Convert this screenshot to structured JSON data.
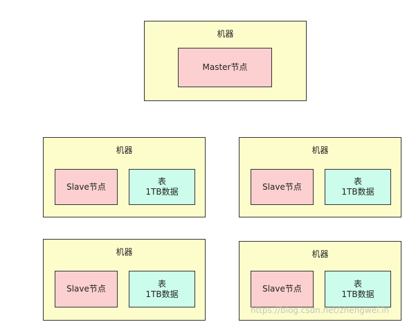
{
  "master_group": {
    "title": "机器",
    "node_label": "Master节点"
  },
  "machines": [
    {
      "title": "机器",
      "slave_label": "Slave节点",
      "table_title": "表",
      "table_data": "1TB数据"
    },
    {
      "title": "机器",
      "slave_label": "Slave节点",
      "table_title": "表",
      "table_data": "1TB数据"
    },
    {
      "title": "机器",
      "slave_label": "Slave节点",
      "table_title": "表",
      "table_data": "1TB数据"
    },
    {
      "title": "机器",
      "slave_label": "Slave节点",
      "table_title": "表",
      "table_data": "1TB数据"
    }
  ],
  "watermark": "https://blog.csdn.net/zhengwei.in",
  "colors": {
    "machine_fill": "#fdfdcc",
    "node_fill": "#fcd0d0",
    "table_fill": "#ccfcec"
  }
}
